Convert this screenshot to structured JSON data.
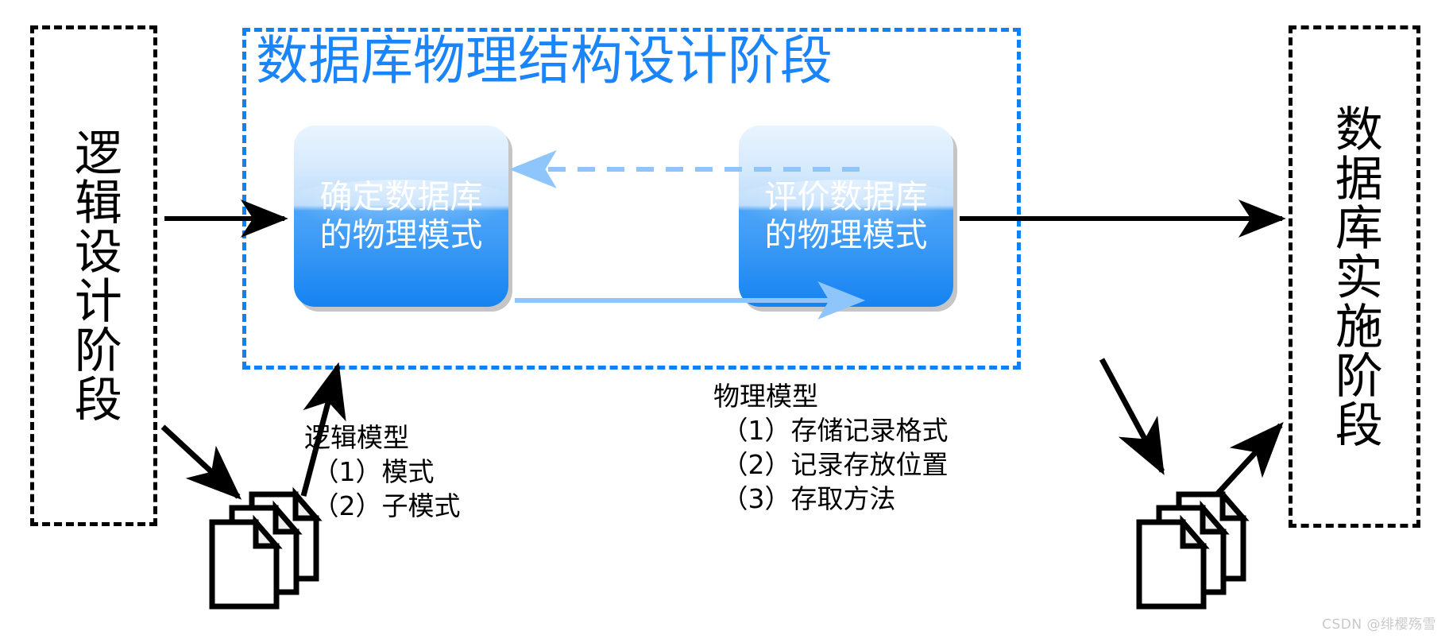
{
  "diagram": {
    "title_blue": "数据库物理结构设计阶段",
    "stages": {
      "left": "逻辑设计阶段",
      "right": "数据库实施阶段"
    },
    "boxes": [
      {
        "id": "define",
        "label": "确定数据库\n的物理模式"
      },
      {
        "id": "evaluate",
        "label": "评价数据库\n的物理模式"
      }
    ],
    "notes": {
      "left": "逻辑模型\n （1）模式\n （2）子模式",
      "right": "物理模型\n （1）存储记录格式\n （2）记录存放位置\n （3）存取方法"
    },
    "icons": {
      "left_documents": "documents-stack-icon",
      "right_documents": "documents-stack-icon"
    },
    "arrows": [
      {
        "name": "logical-to-define",
        "style": "solid-black",
        "direction": "right"
      },
      {
        "name": "evaluate-to-implement",
        "style": "solid-black",
        "direction": "right"
      },
      {
        "name": "logical-to-docs",
        "style": "solid-black",
        "direction": "down-right"
      },
      {
        "name": "docs-to-design-group",
        "style": "solid-black",
        "direction": "up-right"
      },
      {
        "name": "design-group-to-docs",
        "style": "solid-black",
        "direction": "down-right"
      },
      {
        "name": "docs-to-implement",
        "style": "solid-black",
        "direction": "up-right"
      },
      {
        "name": "evaluate-to-define",
        "style": "dashed-light-blue",
        "direction": "left"
      },
      {
        "name": "define-to-evaluate",
        "style": "solid-light-blue",
        "direction": "right"
      }
    ],
    "colors": {
      "accent_blue": "#1a84fb",
      "box_blue_top": "#e9f4fe",
      "box_blue_bottom": "#1583f2",
      "arrow_light_blue": "#8ec5fa",
      "outline_black": "#000000",
      "watermark_gray": "#c9c9c9"
    },
    "watermark": "CSDN @绯樱殇雪"
  }
}
